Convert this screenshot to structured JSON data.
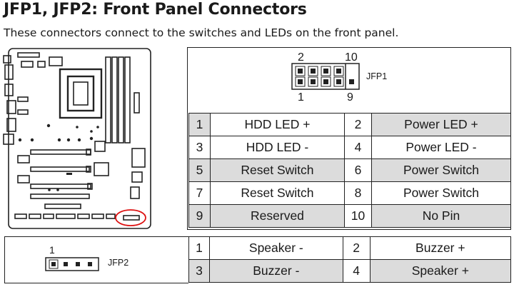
{
  "heading": {
    "title": "JFP1, JFP2: Front Panel Connectors",
    "subtitle": "These connectors connect to the switches and LEDs on the front panel."
  },
  "jfp1": {
    "label": "JFP1",
    "pin_top_left": "2",
    "pin_top_right": "10",
    "pin_bottom_left": "1",
    "pin_bottom_right": "9",
    "rows": [
      {
        "pin_a": "1",
        "signal_a": "HDD LED +",
        "pin_b": "2",
        "signal_b": "Power LED +"
      },
      {
        "pin_a": "3",
        "signal_a": "HDD LED -",
        "pin_b": "4",
        "signal_b": "Power LED -"
      },
      {
        "pin_a": "5",
        "signal_a": "Reset Switch",
        "pin_b": "6",
        "signal_b": "Power Switch"
      },
      {
        "pin_a": "7",
        "signal_a": "Reset Switch",
        "pin_b": "8",
        "signal_b": "Power Switch"
      },
      {
        "pin_a": "9",
        "signal_a": "Reserved",
        "pin_b": "10",
        "signal_b": "No Pin"
      }
    ]
  },
  "jfp2": {
    "label": "JFP2",
    "pin_first": "1",
    "rows": [
      {
        "pin_a": "1",
        "signal_a": "Speaker -",
        "pin_b": "2",
        "signal_b": "Buzzer +"
      },
      {
        "pin_a": "3",
        "signal_a": "Buzzer -",
        "pin_b": "4",
        "signal_b": "Speaker +"
      }
    ]
  }
}
